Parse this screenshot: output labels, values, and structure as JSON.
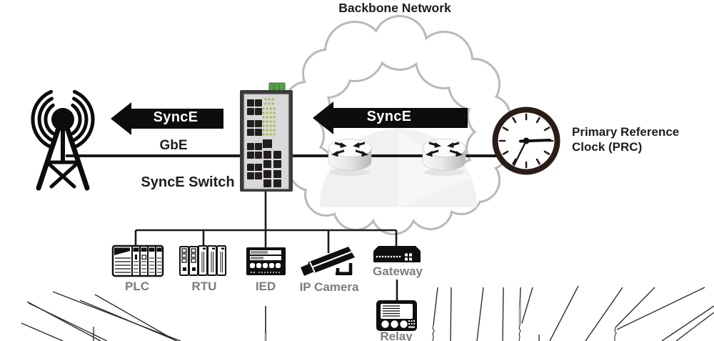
{
  "title": "Backbone Network",
  "arrows": {
    "left": "SyncE",
    "right": "SyncE"
  },
  "links": {
    "gbe": "GbE"
  },
  "switch_label": "SyncE Switch",
  "prc": {
    "line1": "Primary Reference",
    "line2": "Clock (PRC)"
  },
  "devices": {
    "plc": "PLC",
    "rtu": "RTU",
    "ied": "IED",
    "ip_camera": "IP Camera",
    "gateway": "Gateway",
    "relay": "Relay"
  },
  "icons": {
    "radio-tower-icon": "cell tower with radio waves",
    "synce-switch-icon": "industrial ethernet switch with RJ45 ports and green LEDs",
    "router-icon": "backbone router cylinder with four arrows",
    "prc-clock-icon": "analog clock",
    "plc-icon": "PLC rack",
    "rtu-icon": "RTU modules",
    "ied-icon": "intelligent electronic device",
    "ip-camera-icon": "CCTV camera",
    "gateway-icon": "gateway box",
    "relay-icon": "protection relay",
    "backbone-cloud": "network cloud outline",
    "power-lines-sketch": "transmission line wires"
  },
  "colors": {
    "arrow_black": "#0d0d0d",
    "cloud_outline": "#b9b9b9",
    "device_label_gray": "#7c7c7c",
    "led_green": "#a3bc4f",
    "switch_tab_green": "#55a04a",
    "switch_frame": "#3b3b3b",
    "switch_panel": "#d9d9d9",
    "clock_ring": "#2a1c16"
  }
}
